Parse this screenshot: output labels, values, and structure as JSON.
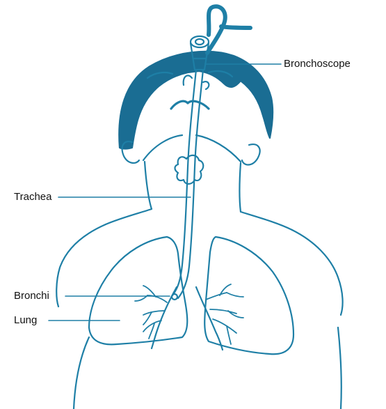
{
  "labels": {
    "bronchoscope": "Bronchoscope",
    "trachea": "Trachea",
    "bronchi": "Bronchi",
    "lung": "Lung"
  },
  "colors": {
    "line": "#1e7fa6",
    "hair": "#1a6d93",
    "text": "#111111",
    "background": "#ffffff"
  }
}
